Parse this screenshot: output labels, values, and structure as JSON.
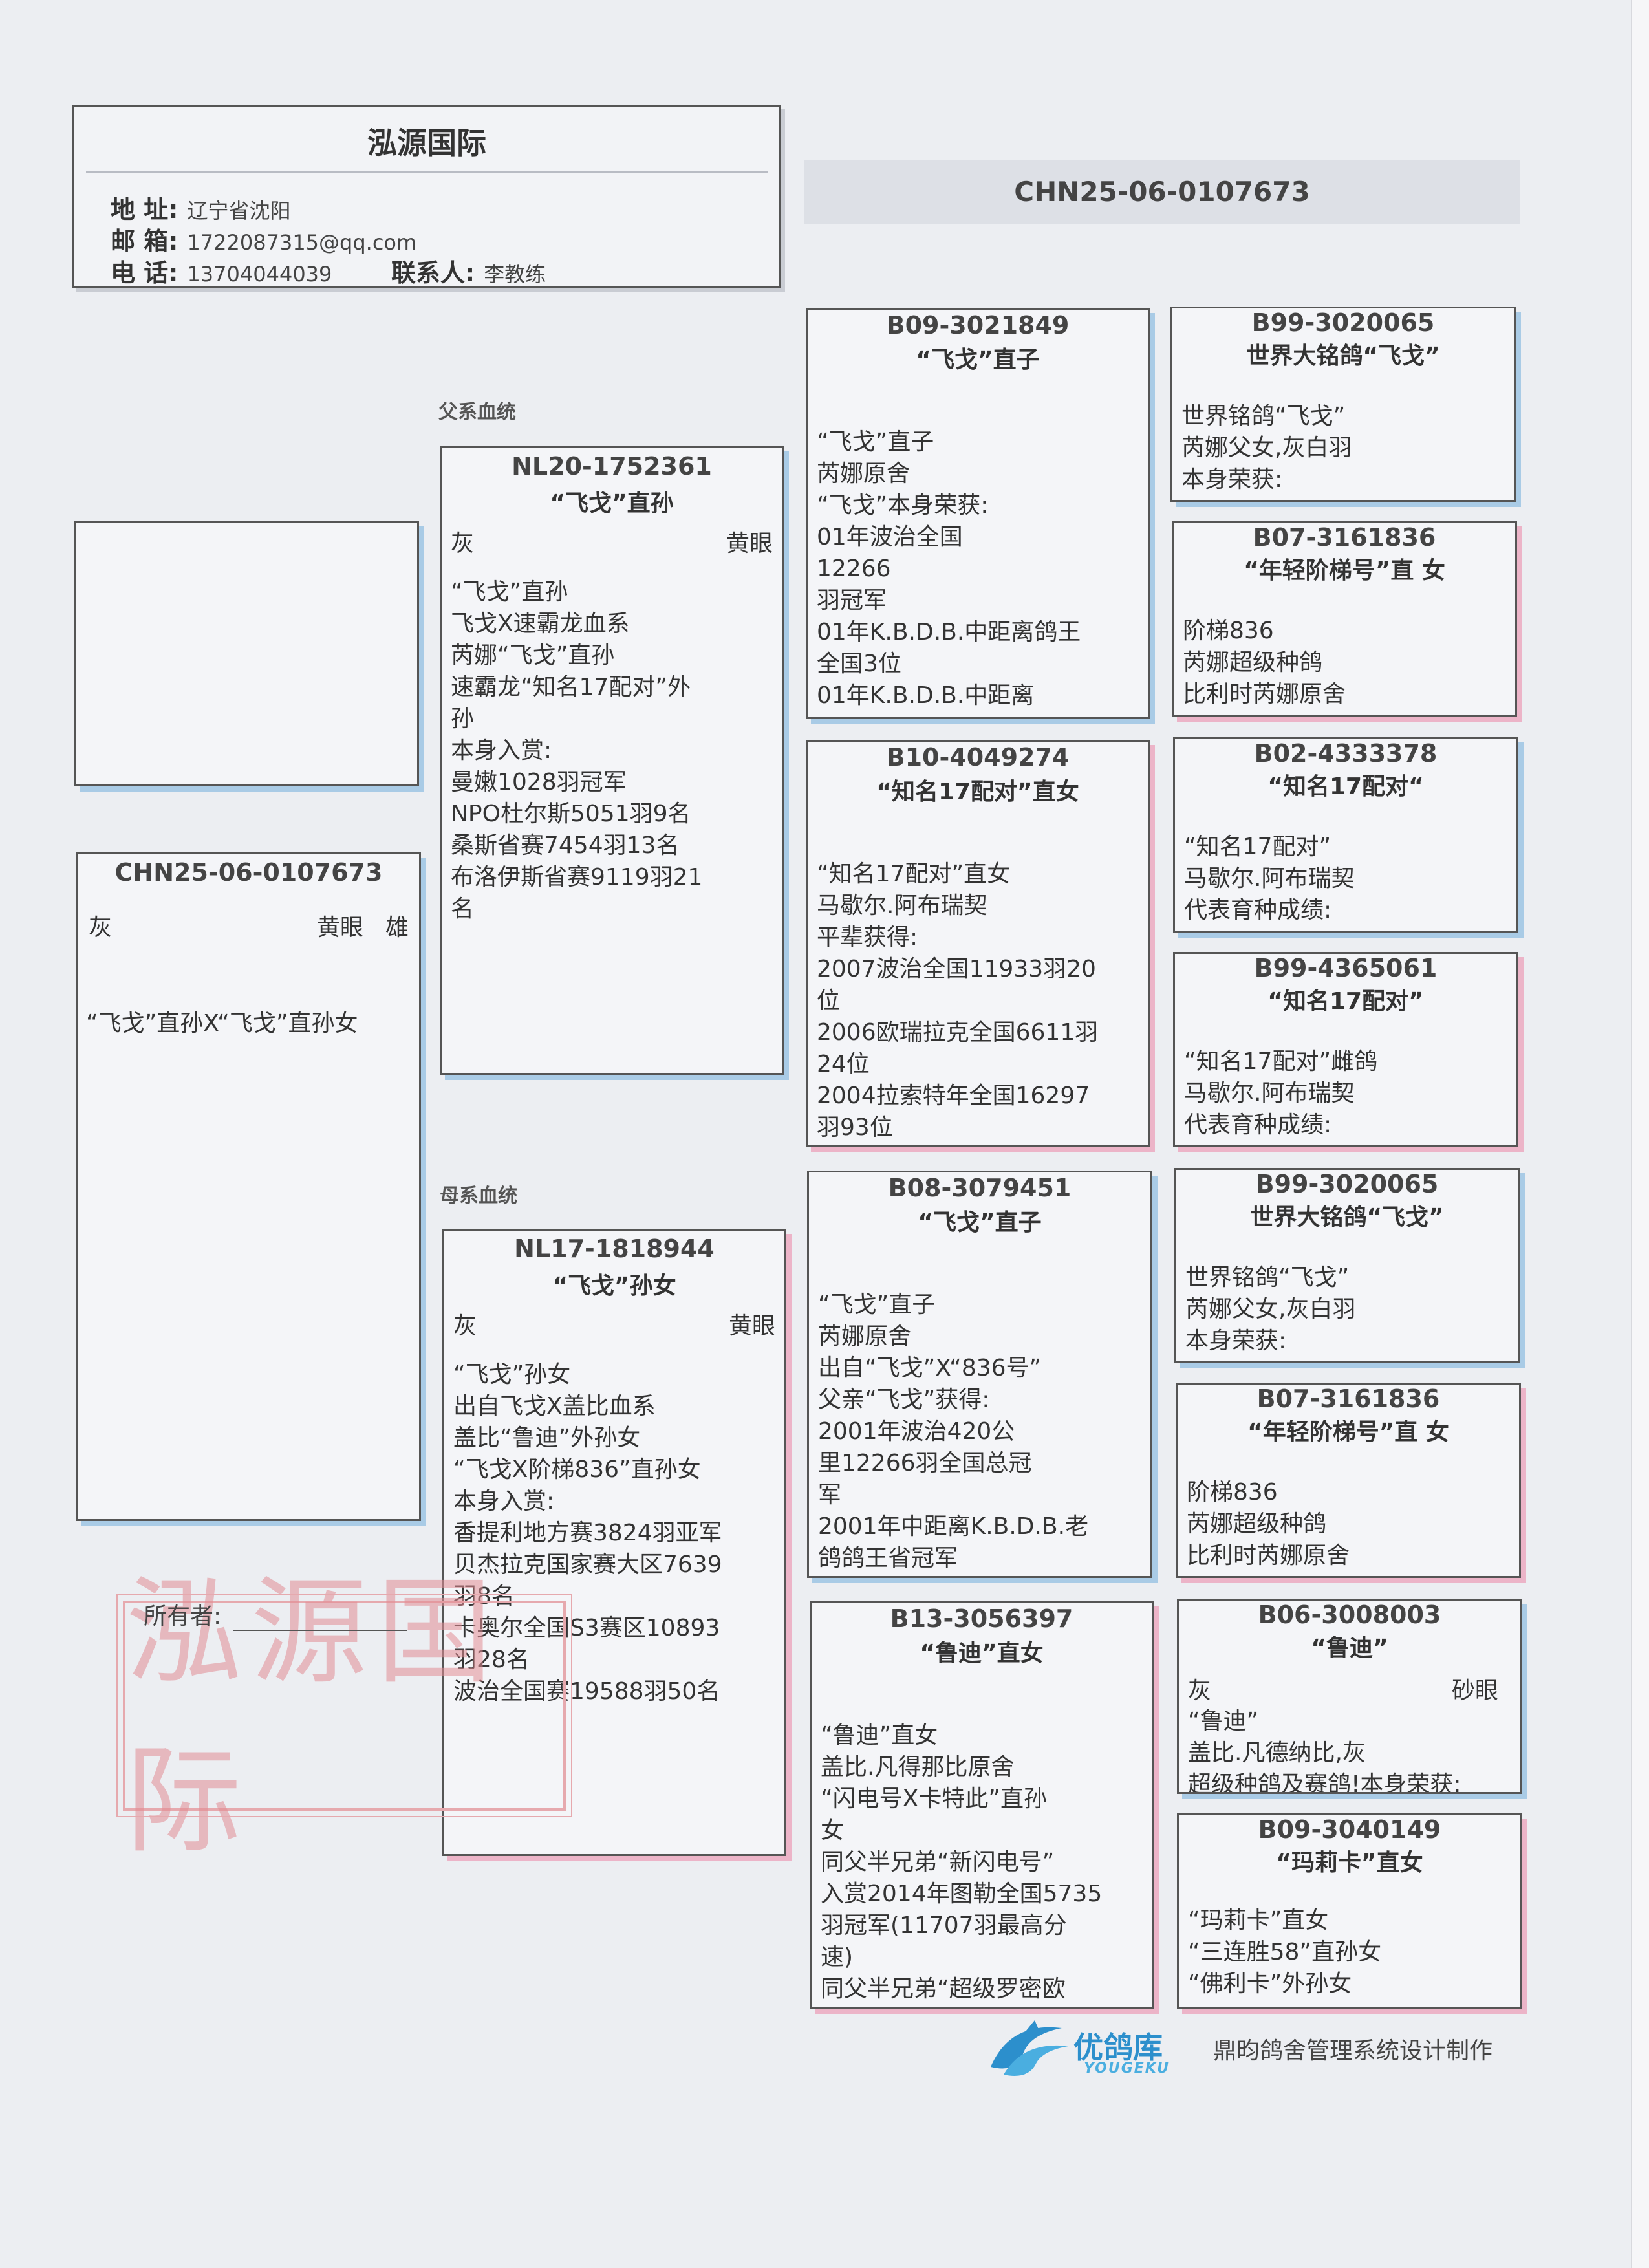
{
  "header": {
    "title": "泓源国际",
    "address_label": "地 址:",
    "address": "辽宁省沈阳",
    "email_label": "邮 箱:",
    "email": "1722087315@qq.com",
    "phone_label": "电 话:",
    "phone": "13704044039",
    "contact_label": "联系人:",
    "contact": "李教练"
  },
  "ring_number": "CHN25-06-0107673",
  "sections": {
    "sire_line": "父系血统",
    "dam_line": "母系血统"
  },
  "subject": {
    "ring": "CHN25-06-0107673",
    "color": "灰",
    "eye": "黄眼",
    "sex": "雄",
    "note": "“飞戈”直孙X“飞戈”直孙女"
  },
  "sire": {
    "ring": "NL20-1752361",
    "name": "“飞戈”直孙",
    "color": "灰",
    "eye": "黄眼",
    "lines": [
      "“飞戈”直孙",
      "飞戈X速霸龙血系",
      "芮娜“飞戈”直孙",
      "速霸龙“知名17配对”外孙",
      "本身入赏:",
      "曼嫩1028羽冠军",
      "NPO杜尔斯5051羽9名",
      "桑斯省赛7454羽13名",
      "布洛伊斯省赛9119羽21名"
    ]
  },
  "dam": {
    "ring": "NL17-1818944",
    "name": "“飞戈”孙女",
    "color": "灰",
    "eye": "黄眼",
    "lines": [
      "“飞戈”孙女",
      "出自飞戈X盖比血系",
      "盖比“鲁迪”外孙女",
      "“飞戈X阶梯836”直孙女",
      "本身入赏:",
      "香提利地方赛3824羽亚军",
      "贝杰拉克国家赛大区7639羽8名",
      "卡奥尔全国S3赛区10893羽28名",
      "波治全国赛19588羽50名"
    ]
  },
  "grandparents": [
    {
      "ring": "B09-3021849",
      "name": "“飞戈”直子",
      "lines": [
        "“飞戈”直子",
        "芮娜原舍",
        "“飞戈”本身荣获:",
        "01年波治全国",
        "12266",
        "羽冠军",
        "01年K.B.D.B.中距离鸽王",
        "全国3位",
        "01年K.B.D.B.中距离"
      ]
    },
    {
      "ring": "B10-4049274",
      "name": "“知名17配对”直女",
      "lines": [
        "“知名17配对”直女",
        "马歇尔.阿布瑞契",
        "平辈获得:",
        "2007波治全国11933羽20",
        "位",
        "2006欧瑞拉克全国6611羽",
        "24位",
        "2004拉索特年全国16297",
        "羽93位"
      ]
    },
    {
      "ring": "B08-3079451",
      "name": "“飞戈”直子",
      "lines": [
        "“飞戈”直子",
        "芮娜原舍",
        "出自“飞戈”X“836号”",
        "父亲“飞戈”获得:",
        "2001年波治420公",
        "里12266羽全国总冠",
        "军",
        "2001年中距离K.B.D.B.老",
        "鸽鸽王省冠军"
      ]
    },
    {
      "ring": "B13-3056397",
      "name": "“鲁迪”直女",
      "lines": [
        "“鲁迪”直女",
        "盖比.凡得那比原舍",
        "“闪电号X卡特此”直孙",
        "女",
        "同父半兄弟“新闪电号”",
        "入赏2014年图勒全国5735",
        "羽冠军(11707羽最高分",
        "速)",
        "同父半兄弟“超级罗密欧"
      ]
    }
  ],
  "great_grandparents": [
    {
      "ring": "B99-3020065",
      "name": "世界大铭鸽“飞戈”",
      "color": "",
      "eye": "",
      "lines": [
        "世界铭鸽“飞戈”",
        "芮娜父女,灰白羽",
        "本身荣获:"
      ]
    },
    {
      "ring": "B07-3161836",
      "name": "“年轻阶梯号”直 女",
      "color": "",
      "eye": "",
      "lines": [
        "阶梯836",
        "芮娜超级种鸽",
        "比利时芮娜原舍"
      ]
    },
    {
      "ring": "B02-4333378",
      "name": "“知名17配对“",
      "color": "",
      "eye": "",
      "lines": [
        "“知名17配对”",
        "马歇尔.阿布瑞契",
        "代表育种成绩:"
      ]
    },
    {
      "ring": "B99-4365061",
      "name": "“知名17配对”",
      "color": "",
      "eye": "",
      "lines": [
        "“知名17配对”雌鸽",
        "马歇尔.阿布瑞契",
        "代表育种成绩:"
      ]
    },
    {
      "ring": "B99-3020065",
      "name": "世界大铭鸽“飞戈”",
      "color": "",
      "eye": "",
      "lines": [
        "世界铭鸽“飞戈”",
        "芮娜父女,灰白羽",
        "本身荣获:"
      ]
    },
    {
      "ring": "B07-3161836",
      "name": "“年轻阶梯号”直 女",
      "color": "",
      "eye": "",
      "lines": [
        "阶梯836",
        "芮娜超级种鸽",
        "比利时芮娜原舍"
      ]
    },
    {
      "ring": "B06-3008003",
      "name": "“鲁迪”",
      "color": "灰",
      "eye": "砂眼",
      "lines": [
        "“鲁迪”",
        "盖比.凡德纳比,灰",
        "超级种鸽及赛鸽!本身荣获:"
      ]
    },
    {
      "ring": "B09-3040149",
      "name": "“玛莉卡”直女",
      "color": "",
      "eye": "",
      "lines": [
        "“玛莉卡”直女",
        "“三连胜58”直孙女",
        "“佛利卡”外孙女"
      ]
    }
  ],
  "owner_label": "所有者:",
  "stamp_text": "泓源国际",
  "logo": {
    "name": "优鸽库",
    "latin": "YOUGEKU"
  },
  "credit": "鼎昀鸽舍管理系统设计制作",
  "colors": {
    "shadow_male": "#a9cbe6",
    "shadow_female": "#ecb4c8",
    "border": "#555555",
    "logo": "#2c8fcc",
    "stamp": "#e28c94"
  }
}
